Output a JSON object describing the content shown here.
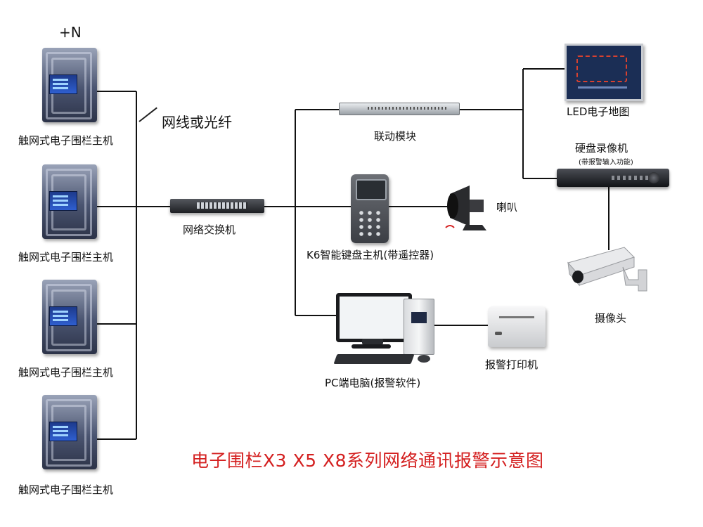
{
  "count_label": "+N",
  "cable_label": "网线或光纤",
  "fence_hosts": [
    {
      "label": "触网式电子围栏主机"
    },
    {
      "label": "触网式电子围栏主机"
    },
    {
      "label": "触网式电子围栏主机"
    },
    {
      "label": "触网式电子围栏主机"
    }
  ],
  "switch_label": "网络交换机",
  "linkage_label": "联动模块",
  "led_label": "LED电子地图",
  "dvr_label": "硬盘录像机",
  "dvr_sub": "(带报警输入功能)",
  "keyboard_label": "K6智能键盘主机(带遥控器)",
  "speaker_label": "喇叭",
  "pc_label": "PC端电脑(报警软件)",
  "printer_label": "报警打印机",
  "camera_label": "摄像头",
  "title": "电子围栏X3 X5 X8系列网络通讯报警示意图",
  "colors": {
    "title": "#d42020",
    "line": "#111111"
  }
}
